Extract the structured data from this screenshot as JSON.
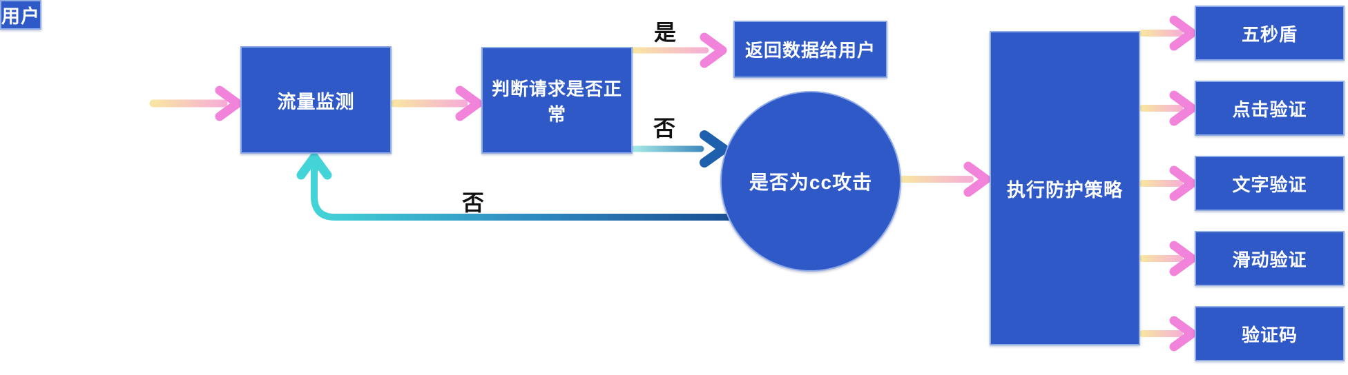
{
  "flowchart": {
    "nodes": {
      "user": {
        "label": "用户"
      },
      "traffic_monitoring": {
        "label": "流量监测"
      },
      "judge_request_normal": {
        "label": "判断请求是否正常"
      },
      "return_data_to_user": {
        "label": "返回数据给用户"
      },
      "is_cc_attack": {
        "label": "是否为cc攻击"
      },
      "execute_protection_policy": {
        "label": "执行防护策略"
      },
      "five_second_shield": {
        "label": "五秒盾"
      },
      "click_verification": {
        "label": "点击验证"
      },
      "text_verification": {
        "label": "文字验证"
      },
      "slide_verification": {
        "label": "滑动验证"
      },
      "captcha": {
        "label": "验证码"
      }
    },
    "edge_labels": {
      "judge_yes": "是",
      "judge_no": "否",
      "attack_no": "否"
    },
    "colors": {
      "background": "#ffffff",
      "node_fill": "#2e59c6",
      "node_text": "#ffffff",
      "edge_label_text": "#111111",
      "arrow_warm_start": "#f8e5a2",
      "arrow_warm_end": "#f6a3e1",
      "arrow_warm_head": "#f283da",
      "arrow_cool_start": "#a5e8e5",
      "arrow_cool_end": "#1e6db4",
      "arrow_cool_head": "#1e5fae",
      "arrow_return_start": "#17498f",
      "arrow_return_mid": "#2f8ac0",
      "arrow_teal": "#43d4d7"
    }
  }
}
